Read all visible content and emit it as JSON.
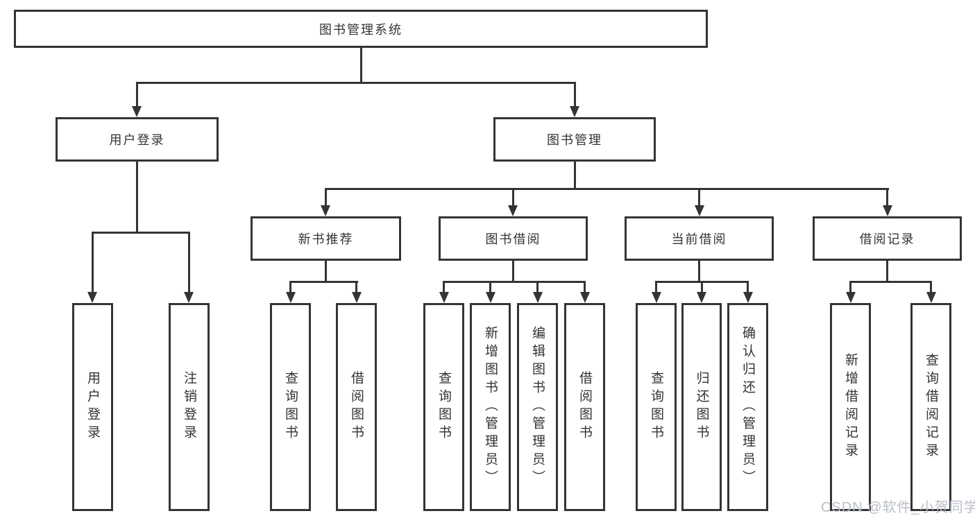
{
  "colors": {
    "line": "#343434",
    "text": "#333333",
    "background": "#ffffff",
    "watermark": "#b8bec8"
  },
  "watermark": {
    "text": "CSDN @软件_小贺同学"
  },
  "tree": {
    "root": {
      "label": "图书管理系统",
      "children": [
        {
          "label": "用户登录",
          "children": [
            {
              "label": "用户登录"
            },
            {
              "label": "注销登录"
            }
          ]
        },
        {
          "label": "图书管理",
          "children": [
            {
              "label": "新书推荐",
              "children": [
                {
                  "label": "查询图书"
                },
                {
                  "label": "借阅图书"
                }
              ]
            },
            {
              "label": "图书借阅",
              "children": [
                {
                  "label": "查询图书"
                },
                {
                  "label": "新增图书（管理员）"
                },
                {
                  "label": "编辑图书（管理员）"
                },
                {
                  "label": "借阅图书"
                }
              ]
            },
            {
              "label": "当前借阅",
              "children": [
                {
                  "label": "查询图书"
                },
                {
                  "label": "归还图书"
                },
                {
                  "label": "确认归还（管理员）"
                }
              ]
            },
            {
              "label": "借阅记录",
              "children": [
                {
                  "label": "新增借阅记录"
                },
                {
                  "label": "查询借阅记录"
                }
              ]
            }
          ]
        }
      ]
    }
  }
}
